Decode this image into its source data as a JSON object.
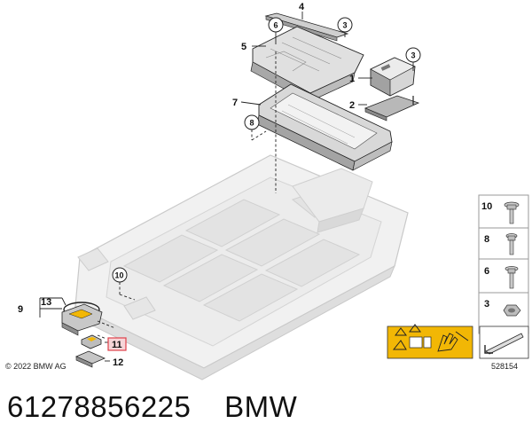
{
  "labels": {
    "l1": "1",
    "l2": "2",
    "l3a": "3",
    "l3b": "3",
    "l4": "4",
    "l5": "5",
    "l6": "6",
    "l7": "7",
    "l8": "8",
    "l9": "9",
    "l10": "10",
    "l11": "11",
    "l12": "12",
    "l13": "13"
  },
  "side_panel": [
    "10",
    "8",
    "6",
    "3"
  ],
  "copyright": "© 2022 BMW AG",
  "diagram_number": "528154",
  "part_number": "61278856225",
  "brand": "BMW",
  "colors": {
    "warning_yellow": "#f2b705",
    "highlight_red": "#e0404a",
    "line": "#222222",
    "part_fill": "#e9e9e9",
    "part_dark": "#9a9a9a"
  }
}
